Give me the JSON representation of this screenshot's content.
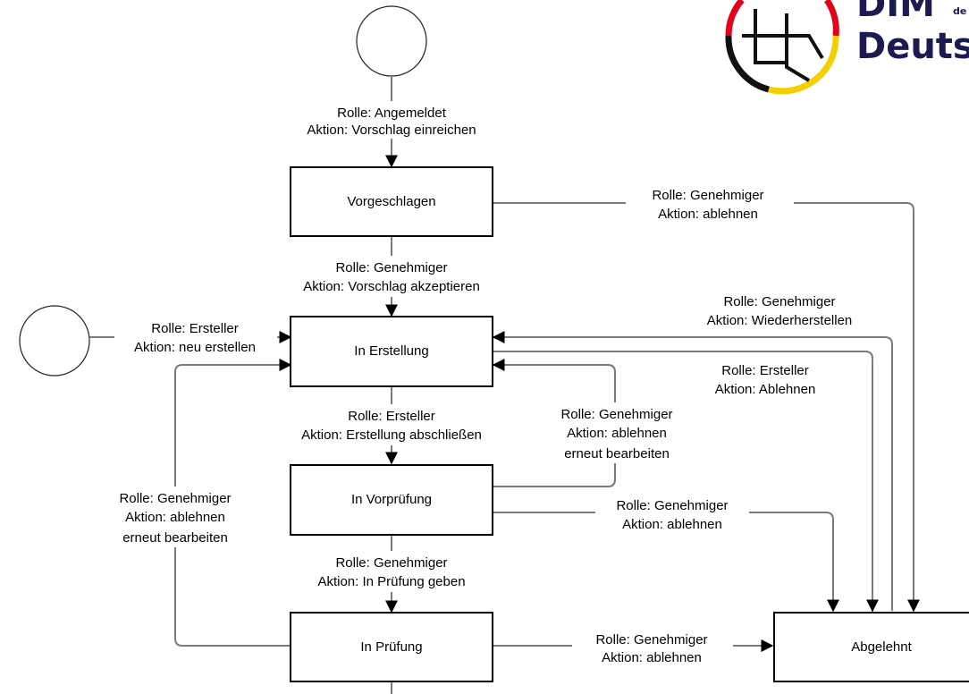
{
  "states": {
    "vorgeschlagen": "Vorgeschlagen",
    "in_erstellung": "In Erstellung",
    "in_vorpruefung": "In Vorprüfung",
    "in_pruefung": "In Prüfung",
    "abgelehnt": "Abgelehnt"
  },
  "transitions": {
    "start_to_vorgeschlagen": [
      "Rolle: Angemeldet",
      "Aktion: Vorschlag einreichen"
    ],
    "vorgeschlagen_to_abgelehnt": [
      "Rolle: Genehmiger",
      "Aktion: ablehnen"
    ],
    "vorgeschlagen_to_erstellung": [
      "Rolle: Genehmiger",
      "Aktion: Vorschlag akzeptieren"
    ],
    "start2_to_erstellung": [
      "Rolle: Ersteller",
      "Aktion: neu erstellen"
    ],
    "abgelehnt_wiederherstellen": [
      "Rolle: Genehmiger",
      "Aktion: Wiederherstellen"
    ],
    "erstellung_to_abgelehnt": [
      "Rolle: Ersteller",
      "Aktion: Ablehnen"
    ],
    "erstellung_to_vorpruefung": [
      "Rolle: Ersteller",
      "Aktion: Erstellung abschließen"
    ],
    "vorpruefung_to_erstellung": [
      "Rolle: Genehmiger",
      "Aktion: ablehnen",
      "erneut bearbeiten"
    ],
    "pruefung_to_erstellung": [
      "Rolle: Genehmiger",
      "Aktion: ablehnen",
      "erneut bearbeiten"
    ],
    "vorpruefung_to_abgelehnt": [
      "Rolle: Genehmiger",
      "Aktion: ablehnen"
    ],
    "vorpruefung_to_pruefung": [
      "Rolle: Genehmiger",
      "Aktion: In Prüfung geben"
    ],
    "pruefung_to_abgelehnt": [
      "Rolle: Genehmiger",
      "Aktion: ablehnen"
    ]
  },
  "logo": {
    "text_top": "DIM",
    "text_small": "de",
    "text_bottom": "Deutsc",
    "colors": {
      "black": "#111111",
      "red": "#e2001a",
      "yellow": "#f4d000",
      "navy": "#1b1b4f"
    }
  }
}
